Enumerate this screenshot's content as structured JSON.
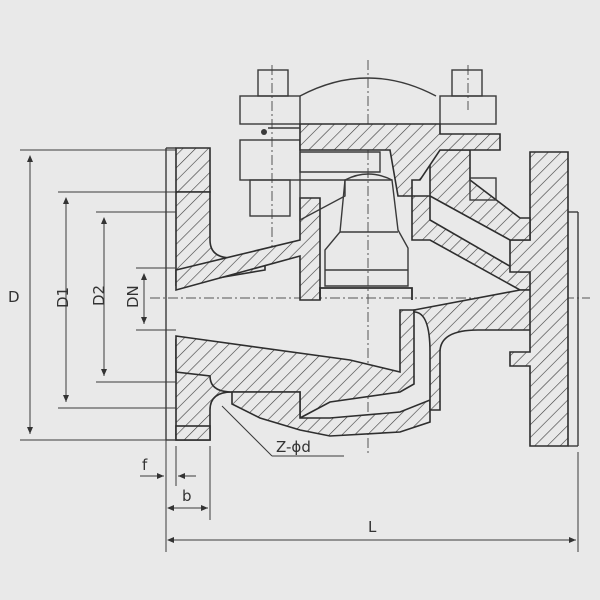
{
  "labels": {
    "D": "D",
    "D1": "D1",
    "D2": "D2",
    "DN": "DN",
    "L": "L",
    "f": "f",
    "b": "b",
    "bolts": "Z-ϕd"
  },
  "colors": {
    "background": "#e9e9e9",
    "line": "#3a3a3a"
  }
}
